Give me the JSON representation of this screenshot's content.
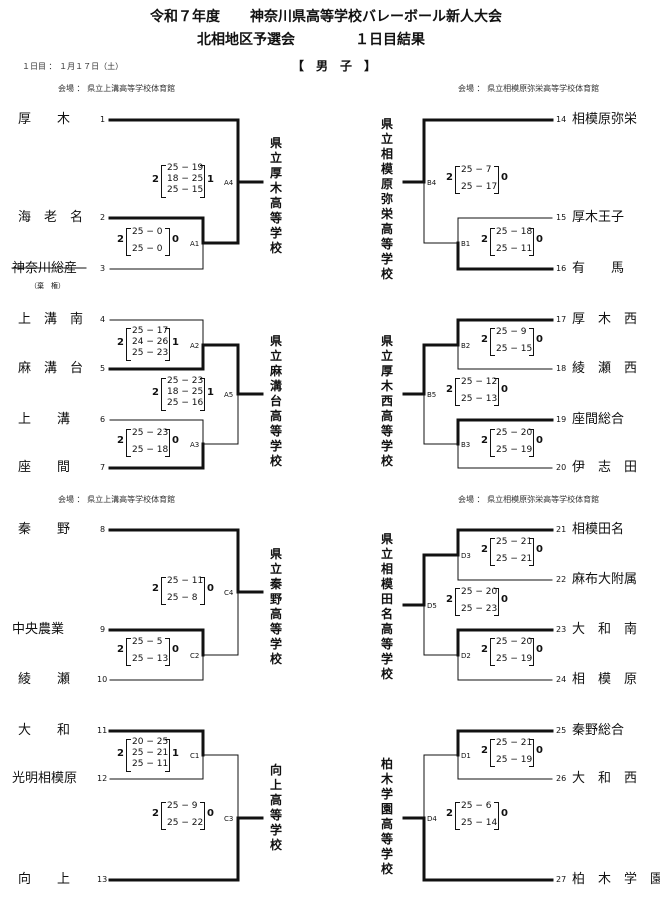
{
  "header": {
    "line1_left": "令和７年度",
    "line1_right": "神奈川県高等学校バレーボール新人大会",
    "line2_left": "北相地区予選会",
    "line2_right": "１日目結果",
    "day": "１日目 ： １月１７日（土）",
    "division": "【　男　子　】"
  },
  "venues": {
    "top_left": "会場 ： 県立上溝高等学校体育館",
    "top_right": "会場 ： 県立相模原弥栄高等学校体育館",
    "bottom_left": "会場 ： 県立上溝高等学校体育館",
    "bottom_right": "会場 ： 県立相模原弥栄高等学校体育館"
  },
  "teams": {
    "t1": "厚　　木",
    "t2": "海　老　名",
    "t3": "神奈川総産",
    "t3_note": "（棄　権）",
    "t4": "上　溝　南",
    "t5": "麻　溝　台",
    "t6": "上　　溝",
    "t7": "座　　間",
    "t8": "秦　　野",
    "t9": "中央農業",
    "t10": "綾　　瀬",
    "t11": "大　　和",
    "t12": "光明相模原",
    "t13": "向　　上",
    "t14": "相模原弥栄",
    "t15": "厚木王子",
    "t16": "有　　馬",
    "t17": "厚　木　西",
    "t18": "綾　瀬　西",
    "t19": "座間総合",
    "t20": "伊　志　田",
    "t21": "相模田名",
    "t22": "麻布大附属",
    "t23": "大　和　南",
    "t24": "相　模　原",
    "t25": "秦野総合",
    "t26": "大　和　西",
    "t27": "柏　木　学　園"
  },
  "nums": [
    "1",
    "2",
    "3",
    "4",
    "5",
    "6",
    "7",
    "8",
    "9",
    "10",
    "11",
    "12",
    "13",
    "14",
    "15",
    "16",
    "17",
    "18",
    "19",
    "20",
    "21",
    "22",
    "23",
    "24",
    "25",
    "26",
    "27"
  ],
  "codes": {
    "A1": "A1",
    "A2": "A2",
    "A3": "A3",
    "A4": "A4",
    "A5": "A5",
    "B1": "B1",
    "B2": "B2",
    "B3": "B3",
    "B4": "B4",
    "B5": "B5",
    "C1": "C1",
    "C2": "C2",
    "C3": "C3",
    "C4": "C4",
    "D1": "D1",
    "D2": "D2",
    "D3": "D3",
    "D4": "D4",
    "D5": "D5"
  },
  "matches": {
    "A4": {
      "l": "2",
      "r": "1",
      "s": [
        "25 − 19",
        "18 − 25",
        "25 − 15"
      ]
    },
    "A1": {
      "l": "2",
      "r": "0",
      "s": [
        "25 −  0",
        "25 −  0"
      ]
    },
    "A2": {
      "l": "2",
      "r": "1",
      "s": [
        "25 − 17",
        "24 − 26",
        "25 − 23"
      ]
    },
    "A5": {
      "l": "2",
      "r": "1",
      "s": [
        "25 − 23",
        "18 − 25",
        "25 − 16"
      ]
    },
    "A3": {
      "l": "2",
      "r": "0",
      "s": [
        "25 − 23",
        "25 − 18"
      ]
    },
    "C4": {
      "l": "2",
      "r": "0",
      "s": [
        "25 − 11",
        "25 −  8"
      ]
    },
    "C2": {
      "l": "2",
      "r": "0",
      "s": [
        "25 −  5",
        "25 − 13"
      ]
    },
    "C1": {
      "l": "2",
      "r": "1",
      "s": [
        "20 − 25",
        "25 − 21",
        "25 − 11"
      ]
    },
    "C3": {
      "l": "2",
      "r": "0",
      "s": [
        "25 −  9",
        "25 − 22"
      ]
    },
    "B4": {
      "l": "2",
      "r": "0",
      "s": [
        "25 −  7",
        "25 − 17"
      ]
    },
    "B1": {
      "l": "2",
      "r": "0",
      "s": [
        "25 − 18",
        "25 − 11"
      ]
    },
    "B2": {
      "l": "2",
      "r": "0",
      "s": [
        "25 −  9",
        "25 − 15"
      ]
    },
    "B5": {
      "l": "2",
      "r": "0",
      "s": [
        "25 − 12",
        "25 − 13"
      ]
    },
    "B3": {
      "l": "2",
      "r": "0",
      "s": [
        "25 − 20",
        "25 − 19"
      ]
    },
    "D3": {
      "l": "2",
      "r": "0",
      "s": [
        "25 − 21",
        "25 − 21"
      ]
    },
    "D5": {
      "l": "2",
      "r": "0",
      "s": [
        "25 − 20",
        "25 − 23"
      ]
    },
    "D2": {
      "l": "2",
      "r": "0",
      "s": [
        "25 − 20",
        "25 − 19"
      ]
    },
    "D1": {
      "l": "2",
      "r": "0",
      "s": [
        "25 − 21",
        "25 − 19"
      ]
    },
    "D4": {
      "l": "2",
      "r": "0",
      "s": [
        "25 −  6",
        "25 − 14"
      ]
    }
  },
  "winners": {
    "A": "県立厚木高等学校",
    "B": "県立麻溝台高等学校",
    "C": "県立秦野高等学校",
    "D": "向上高等学校",
    "E": "県立相模原弥栄高等学校",
    "F": "県立厚木西高等学校",
    "G": "県立相模田名高等学校",
    "H": "柏木学園高等学校"
  }
}
